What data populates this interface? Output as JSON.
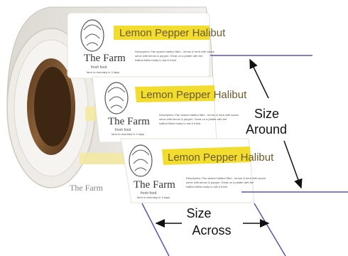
{
  "product": {
    "label_title": "Lemon Pepper Halibut",
    "brand_name": "The Farm",
    "brand_sub": "fresh food",
    "brand_tag": "farm to doorstep in 3 days",
    "description_lines": [
      "Description: Pan seared halibut fillet – lemon & herb with sauce",
      "serve with lemon & pepper. Great on a platter with the",
      "halibut fillets ready to eat & fresh."
    ]
  },
  "measurements": {
    "size_around": [
      "Size",
      "Around"
    ],
    "size_across": [
      "Size",
      "Across"
    ]
  },
  "colors": {
    "label_band": "#f2dc2e",
    "guide_lines": "#6a4fb0",
    "core_brown": "#7a5230",
    "arrow": "#111111"
  }
}
